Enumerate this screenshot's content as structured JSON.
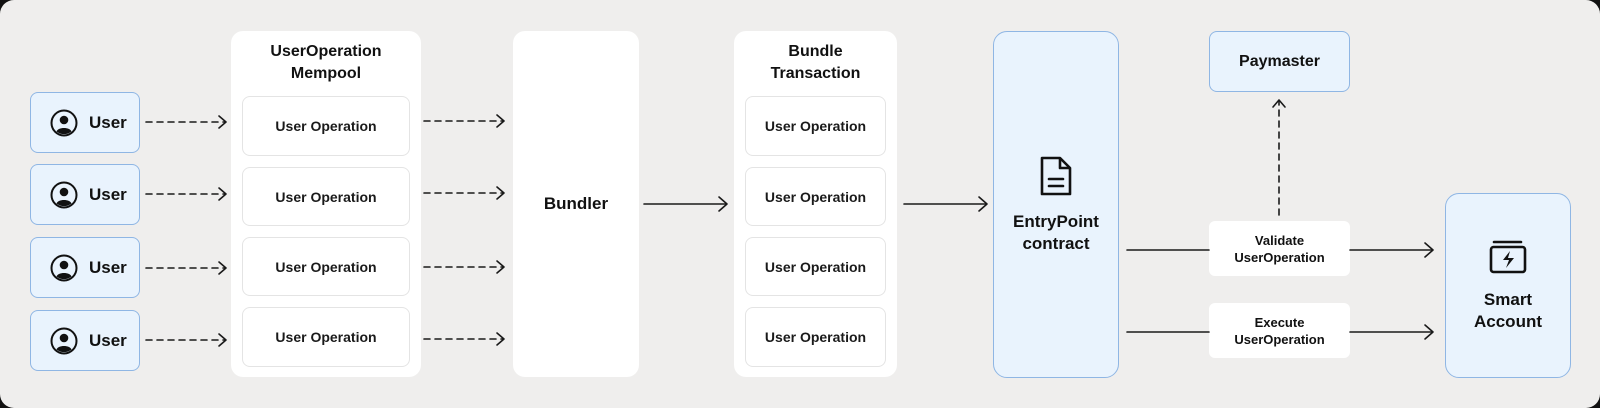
{
  "users": [
    "User",
    "User",
    "User",
    "User"
  ],
  "mempool": {
    "title": "UserOperation\nMempool",
    "ops": [
      "User Operation",
      "User Operation",
      "User Operation",
      "User Operation"
    ]
  },
  "bundler": {
    "label": "Bundler"
  },
  "bundle_tx": {
    "title": "Bundle\nTransaction",
    "ops": [
      "User Operation",
      "User Operation",
      "User Operation",
      "User Operation"
    ]
  },
  "entrypoint": {
    "label": "EntryPoint\ncontract"
  },
  "paymaster": {
    "label": "Paymaster"
  },
  "validate": {
    "label": "Validate\nUserOperation"
  },
  "execute": {
    "label": "Execute\nUserOperation"
  },
  "smart_account": {
    "label": "Smart\nAccount"
  },
  "colors": {
    "box_fill": "#e9f3fd",
    "box_border": "#8fb6e4",
    "background": "#efeeed"
  }
}
